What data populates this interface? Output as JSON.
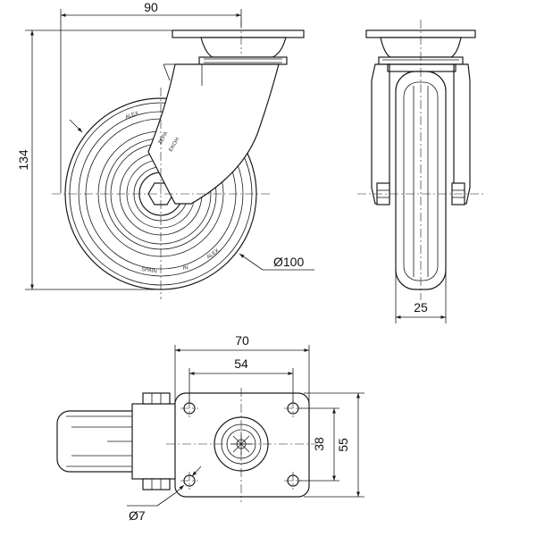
{
  "dimensions": {
    "side_width": "90",
    "overall_height": "134",
    "wheel_diameter": "Ø100",
    "wheel_width": "25",
    "plate_width": "70",
    "hole_spacing_x": "54",
    "hole_spacing_y": "38",
    "plate_height": "55",
    "hole_diameter": "Ø7"
  },
  "markings": {
    "fork_text_1": "ALEX",
    "fork_text_2": "ZEPA",
    "fork_text_3": "EKOH",
    "tire_text_1": "SPAIN",
    "tire_text_2": "IN",
    "tire_text_3": "ALEX"
  }
}
